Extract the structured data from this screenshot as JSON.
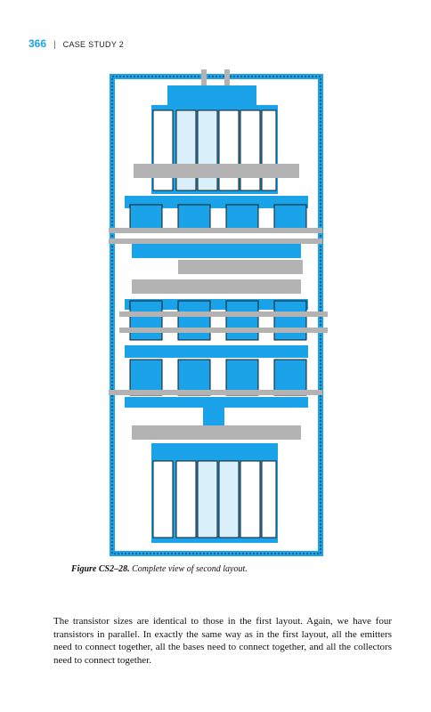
{
  "header": {
    "page_number": "366",
    "separator": "|",
    "running_head": "CASE STUDY 2"
  },
  "figure": {
    "label": "Figure CS2–28.",
    "title": "Complete view of second layout.",
    "colors": {
      "blue": "#1aa3e8",
      "light_blue": "#d9f0fb",
      "gray": "#b3b3b3",
      "dark": "#1a1a1a"
    }
  },
  "body": {
    "paragraph": "The transistor sizes are identical to those in the first layout. Again, we have four transistors in parallel. In exactly the same way as in the first layout, all the emitters need to connect together, all the bases need to connect together, and all the collectors need to connect together."
  }
}
